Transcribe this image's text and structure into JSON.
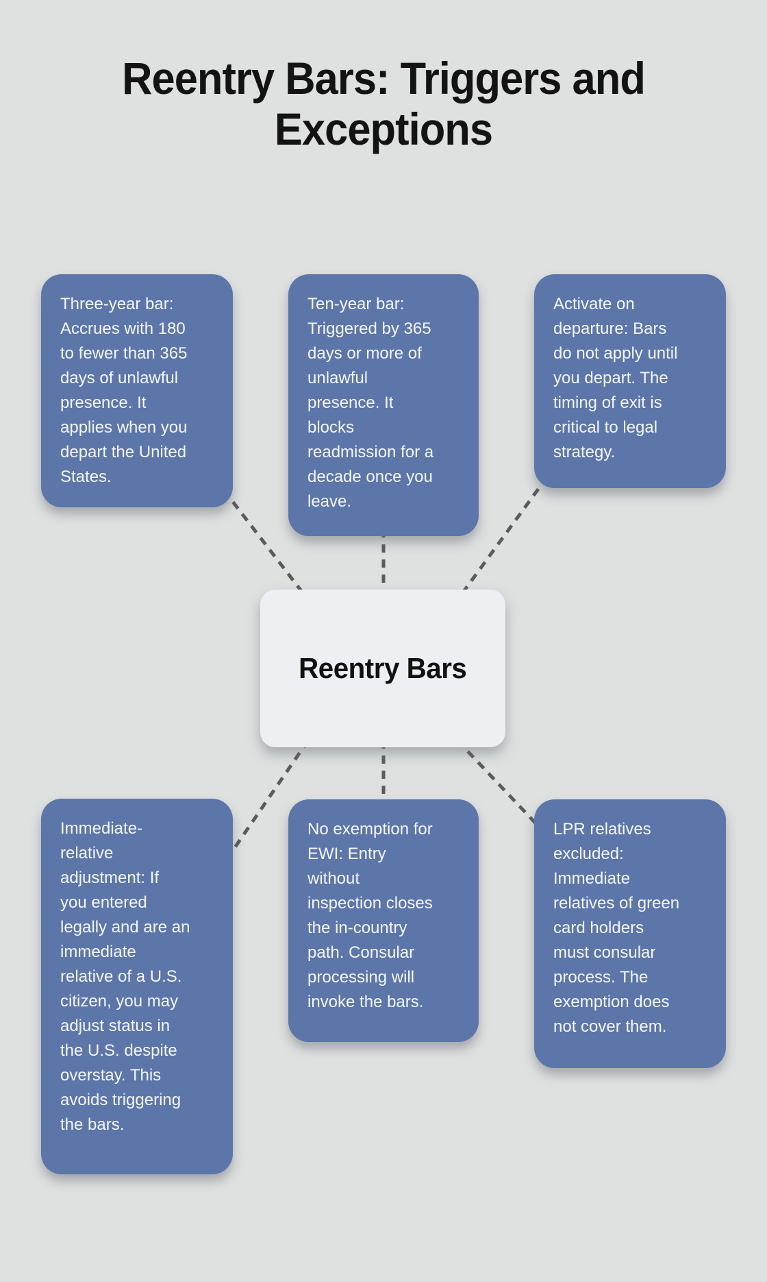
{
  "page": {
    "title": "Reentry Bars: Triggers and\nExceptions",
    "background_color": "#dfe1e1"
  },
  "style": {
    "branch_bg_color": "#5d76a9",
    "branch_text_color": "#f4f6fa",
    "center_bg_color": "#edeff2",
    "center_text_color": "#111111",
    "connector_color": "#5b5b5b",
    "title_color": "#131313"
  },
  "center_node": {
    "label": "Reentry Bars"
  },
  "branches": {
    "top_left": {
      "text": "Three-year bar:\nAccrues with 180\nto fewer than 365\ndays of unlawful\npresence. It\napplies when you\ndepart the United\nStates."
    },
    "top_middle": {
      "text": "Ten-year bar:\nTriggered by 365\ndays or more of\nunlawful\npresence. It\nblocks\nreadmission for a\ndecade once you\nleave."
    },
    "top_right": {
      "text": "Activate on\ndeparture: Bars\ndo not apply until\nyou depart. The\ntiming of exit is\ncritical to legal\nstrategy."
    },
    "bottom_left": {
      "text": "Immediate-\nrelative\nadjustment: If\nyou entered\nlegally and are an\nimmediate\nrelative of a U.S.\ncitizen, you may\nadjust status in\nthe U.S. despite\noverstay. This\navoids triggering\nthe bars."
    },
    "bottom_middle": {
      "text": "No exemption for\nEWI: Entry\nwithout\ninspection closes\nthe in-country\npath. Consular\nprocessing will\ninvoke the bars."
    },
    "bottom_right": {
      "text": "LPR relatives\nexcluded:\nImmediate\nrelatives of green\ncard holders\nmust consular\nprocess. The\nexemption does\nnot cover them."
    }
  }
}
